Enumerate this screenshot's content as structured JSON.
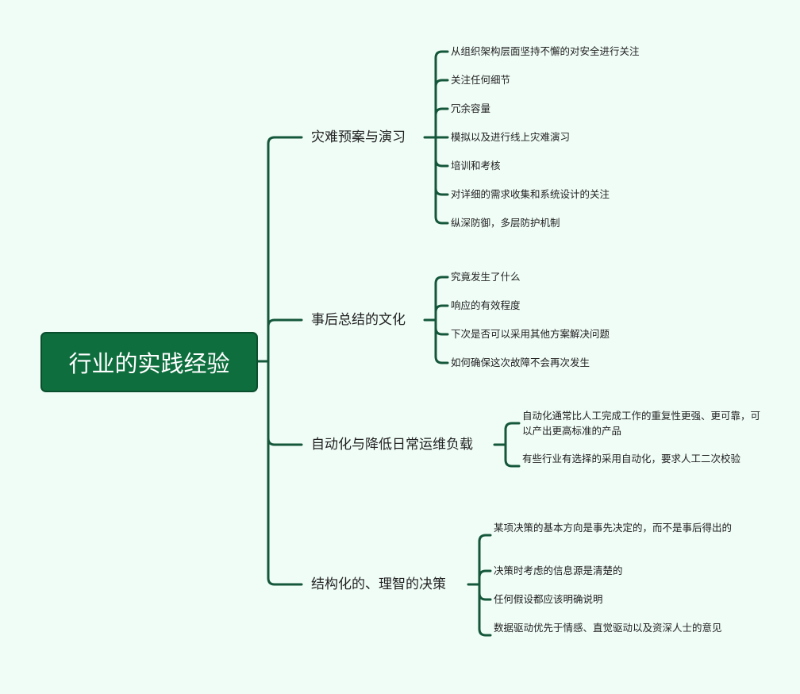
{
  "root": "行业的实践经验",
  "colors": {
    "line": "#14573a",
    "root_fill": "#0e6e3e",
    "background": "#f0fdf7"
  },
  "branches": [
    {
      "label": "灾难预案与演习",
      "children": [
        "从组织架构层面坚持不懈的对安全进行关注",
        "关注任何细节",
        "冗余容量",
        "模拟以及进行线上灾难演习",
        "培训和考核",
        "对详细的需求收集和系统设计的关注",
        "纵深防御，多层防护机制"
      ]
    },
    {
      "label": "事后总结的文化",
      "children": [
        "究竟发生了什么",
        "响应的有效程度",
        "下次是否可以采用其他方案解决问题",
        "如何确保这次故障不会再次发生"
      ]
    },
    {
      "label": "自动化与降低日常运维负载",
      "children": [
        "自动化通常比人工完成工作的重复性更强、更可靠，可以产出更高标准的产品",
        "有些行业有选择的采用自动化，要求人工二次校验"
      ]
    },
    {
      "label": "结构化的、理智的决策",
      "children": [
        "某项决策的基本方向是事先决定的，而不是事后得出的",
        "决策时考虑的信息源是清楚的",
        "任何假设都应该明确说明",
        "数据驱动优先于情感、直觉驱动以及资深人士的意见"
      ]
    }
  ]
}
